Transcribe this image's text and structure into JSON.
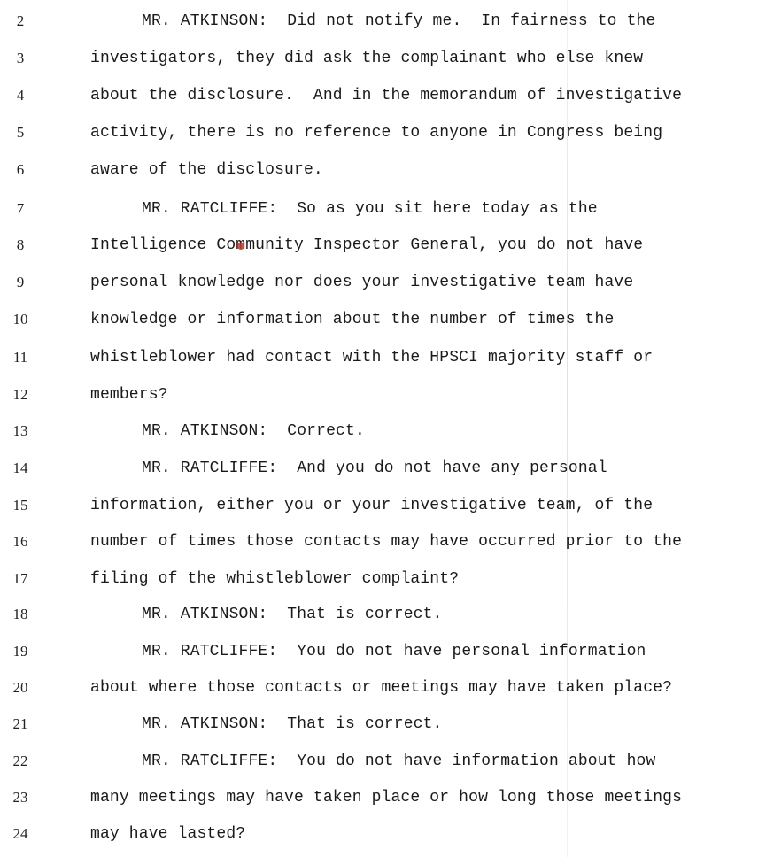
{
  "transcript": {
    "lines": [
      {
        "number": "2",
        "text": "MR. ATKINSON:  Did not notify me.  In fairness to the"
      },
      {
        "number": "3",
        "text": "investigators, they did ask the complainant who else knew"
      },
      {
        "number": "4",
        "text": "about the disclosure.  And in the memorandum of investigative"
      },
      {
        "number": "5",
        "text": "activity, there is no reference to anyone in Congress being"
      },
      {
        "number": "6",
        "text": "aware of the disclosure."
      },
      {
        "number": "7",
        "text": "MR. RATCLIFFE:  So as you sit here today as the"
      },
      {
        "number": "8",
        "text": "Intelligence Community Inspector General, you do not have"
      },
      {
        "number": "9",
        "text": "personal knowledge nor does your investigative team have"
      },
      {
        "number": "10",
        "text": "knowledge or information about the number of times the"
      },
      {
        "number": "11",
        "text": "whistleblower had contact with the HPSCI majority staff or"
      },
      {
        "number": "12",
        "text": "members?"
      },
      {
        "number": "13",
        "text": "MR. ATKINSON:  Correct."
      },
      {
        "number": "14",
        "text": "MR. RATCLIFFE:  And you do not have any personal"
      },
      {
        "number": "15",
        "text": "information, either you or your investigative team, of the"
      },
      {
        "number": "16",
        "text": "number of times those contacts may have occurred prior to the"
      },
      {
        "number": "17",
        "text": "filing of the whistleblower complaint?"
      },
      {
        "number": "18",
        "text": "MR. ATKINSON:  That is correct."
      },
      {
        "number": "19",
        "text": "MR. RATCLIFFE:  You do not have personal information"
      },
      {
        "number": "20",
        "text": "about where those contacts or meetings may have taken place?"
      },
      {
        "number": "21",
        "text": "MR. ATKINSON:  That is correct."
      },
      {
        "number": "22",
        "text": "MR. RATCLIFFE:  You do not have information about how"
      },
      {
        "number": "23",
        "text": "many meetings may have taken place or how long those meetings"
      },
      {
        "number": "24",
        "text": "may have lasted?"
      }
    ]
  }
}
